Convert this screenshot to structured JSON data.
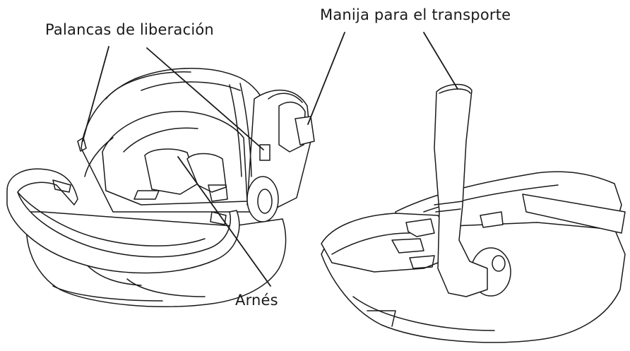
{
  "labels": {
    "release_levers": "Palancas de liberación",
    "carry_handle": "Manija para el transporte",
    "harness": "Arnés"
  },
  "colors": {
    "line": "#1a1a1a",
    "background": "#ffffff"
  }
}
